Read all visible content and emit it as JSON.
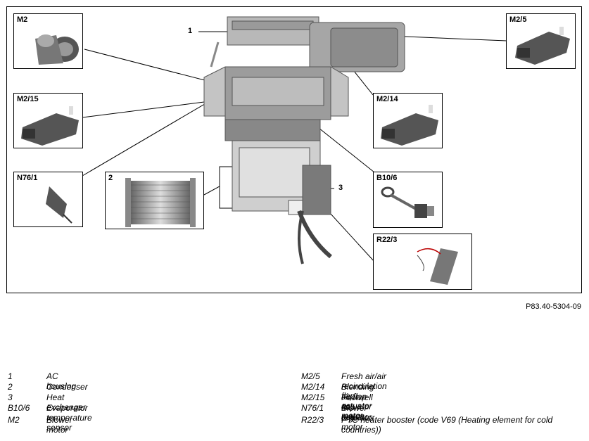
{
  "callouts": {
    "m2": "M2",
    "m2_5": "M2/5",
    "m2_15": "M2/15",
    "m2_14": "M2/14",
    "n76_1": "N76/1",
    "cond": "2",
    "b10_6": "B10/6",
    "r22_3": "R22/3"
  },
  "numbers": {
    "n1": "1",
    "n3": "3"
  },
  "reference": "P83.40-5304-09",
  "legend_left": [
    {
      "key": "1",
      "desc": "AC housing"
    },
    {
      "key": "2",
      "desc": "Condenser"
    },
    {
      "key": "3",
      "desc": "Heat exchanger"
    },
    {
      "key": "B10/6",
      "desc": "Evaporator temperature sensor"
    },
    {
      "key": "M2",
      "desc": "Blower motor"
    }
  ],
  "legend_right": [
    {
      "key": "M2/5",
      "desc": "Fresh air/air recirculation flap actuator motor"
    },
    {
      "key": "M2/14",
      "desc": "Blending air flap actuator motor"
    },
    {
      "key": "M2/15",
      "desc": "Footwell flap actuator motor"
    },
    {
      "key": "N76/1",
      "desc": "Blower regulator"
    },
    {
      "key": "R22/3",
      "desc": "PTC heater booster (code V69 (Heating element for cold countries))"
    }
  ]
}
